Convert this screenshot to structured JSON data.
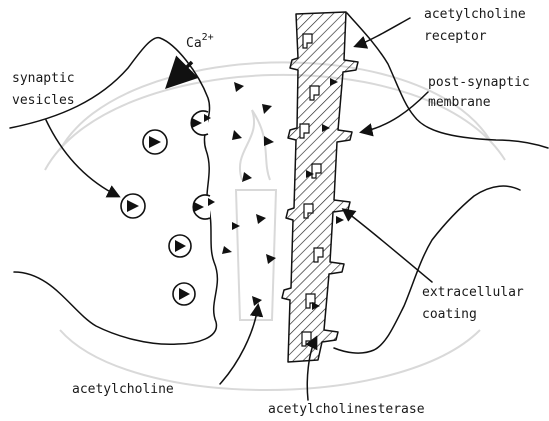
{
  "labels": {
    "calcium_base": "Ca",
    "calcium_charge": "2+",
    "synaptic_vesicles_line1": "synaptic",
    "synaptic_vesicles_line2": "vesicles",
    "acetylcholine_receptor_line1": "acetylcholine",
    "acetylcholine_receptor_line2": "receptor",
    "post_synaptic_line1": "post-synaptic",
    "post_synaptic_line2": "membrane",
    "extracellular_line1": "extracellular",
    "extracellular_line2": "coating",
    "acetylcholine": "acetylcholine",
    "acetylcholinesterase": "acetylcholinesterase"
  },
  "colors": {
    "ink": "#111111",
    "watermark": "#d9d9d9",
    "background": "#ffffff"
  }
}
